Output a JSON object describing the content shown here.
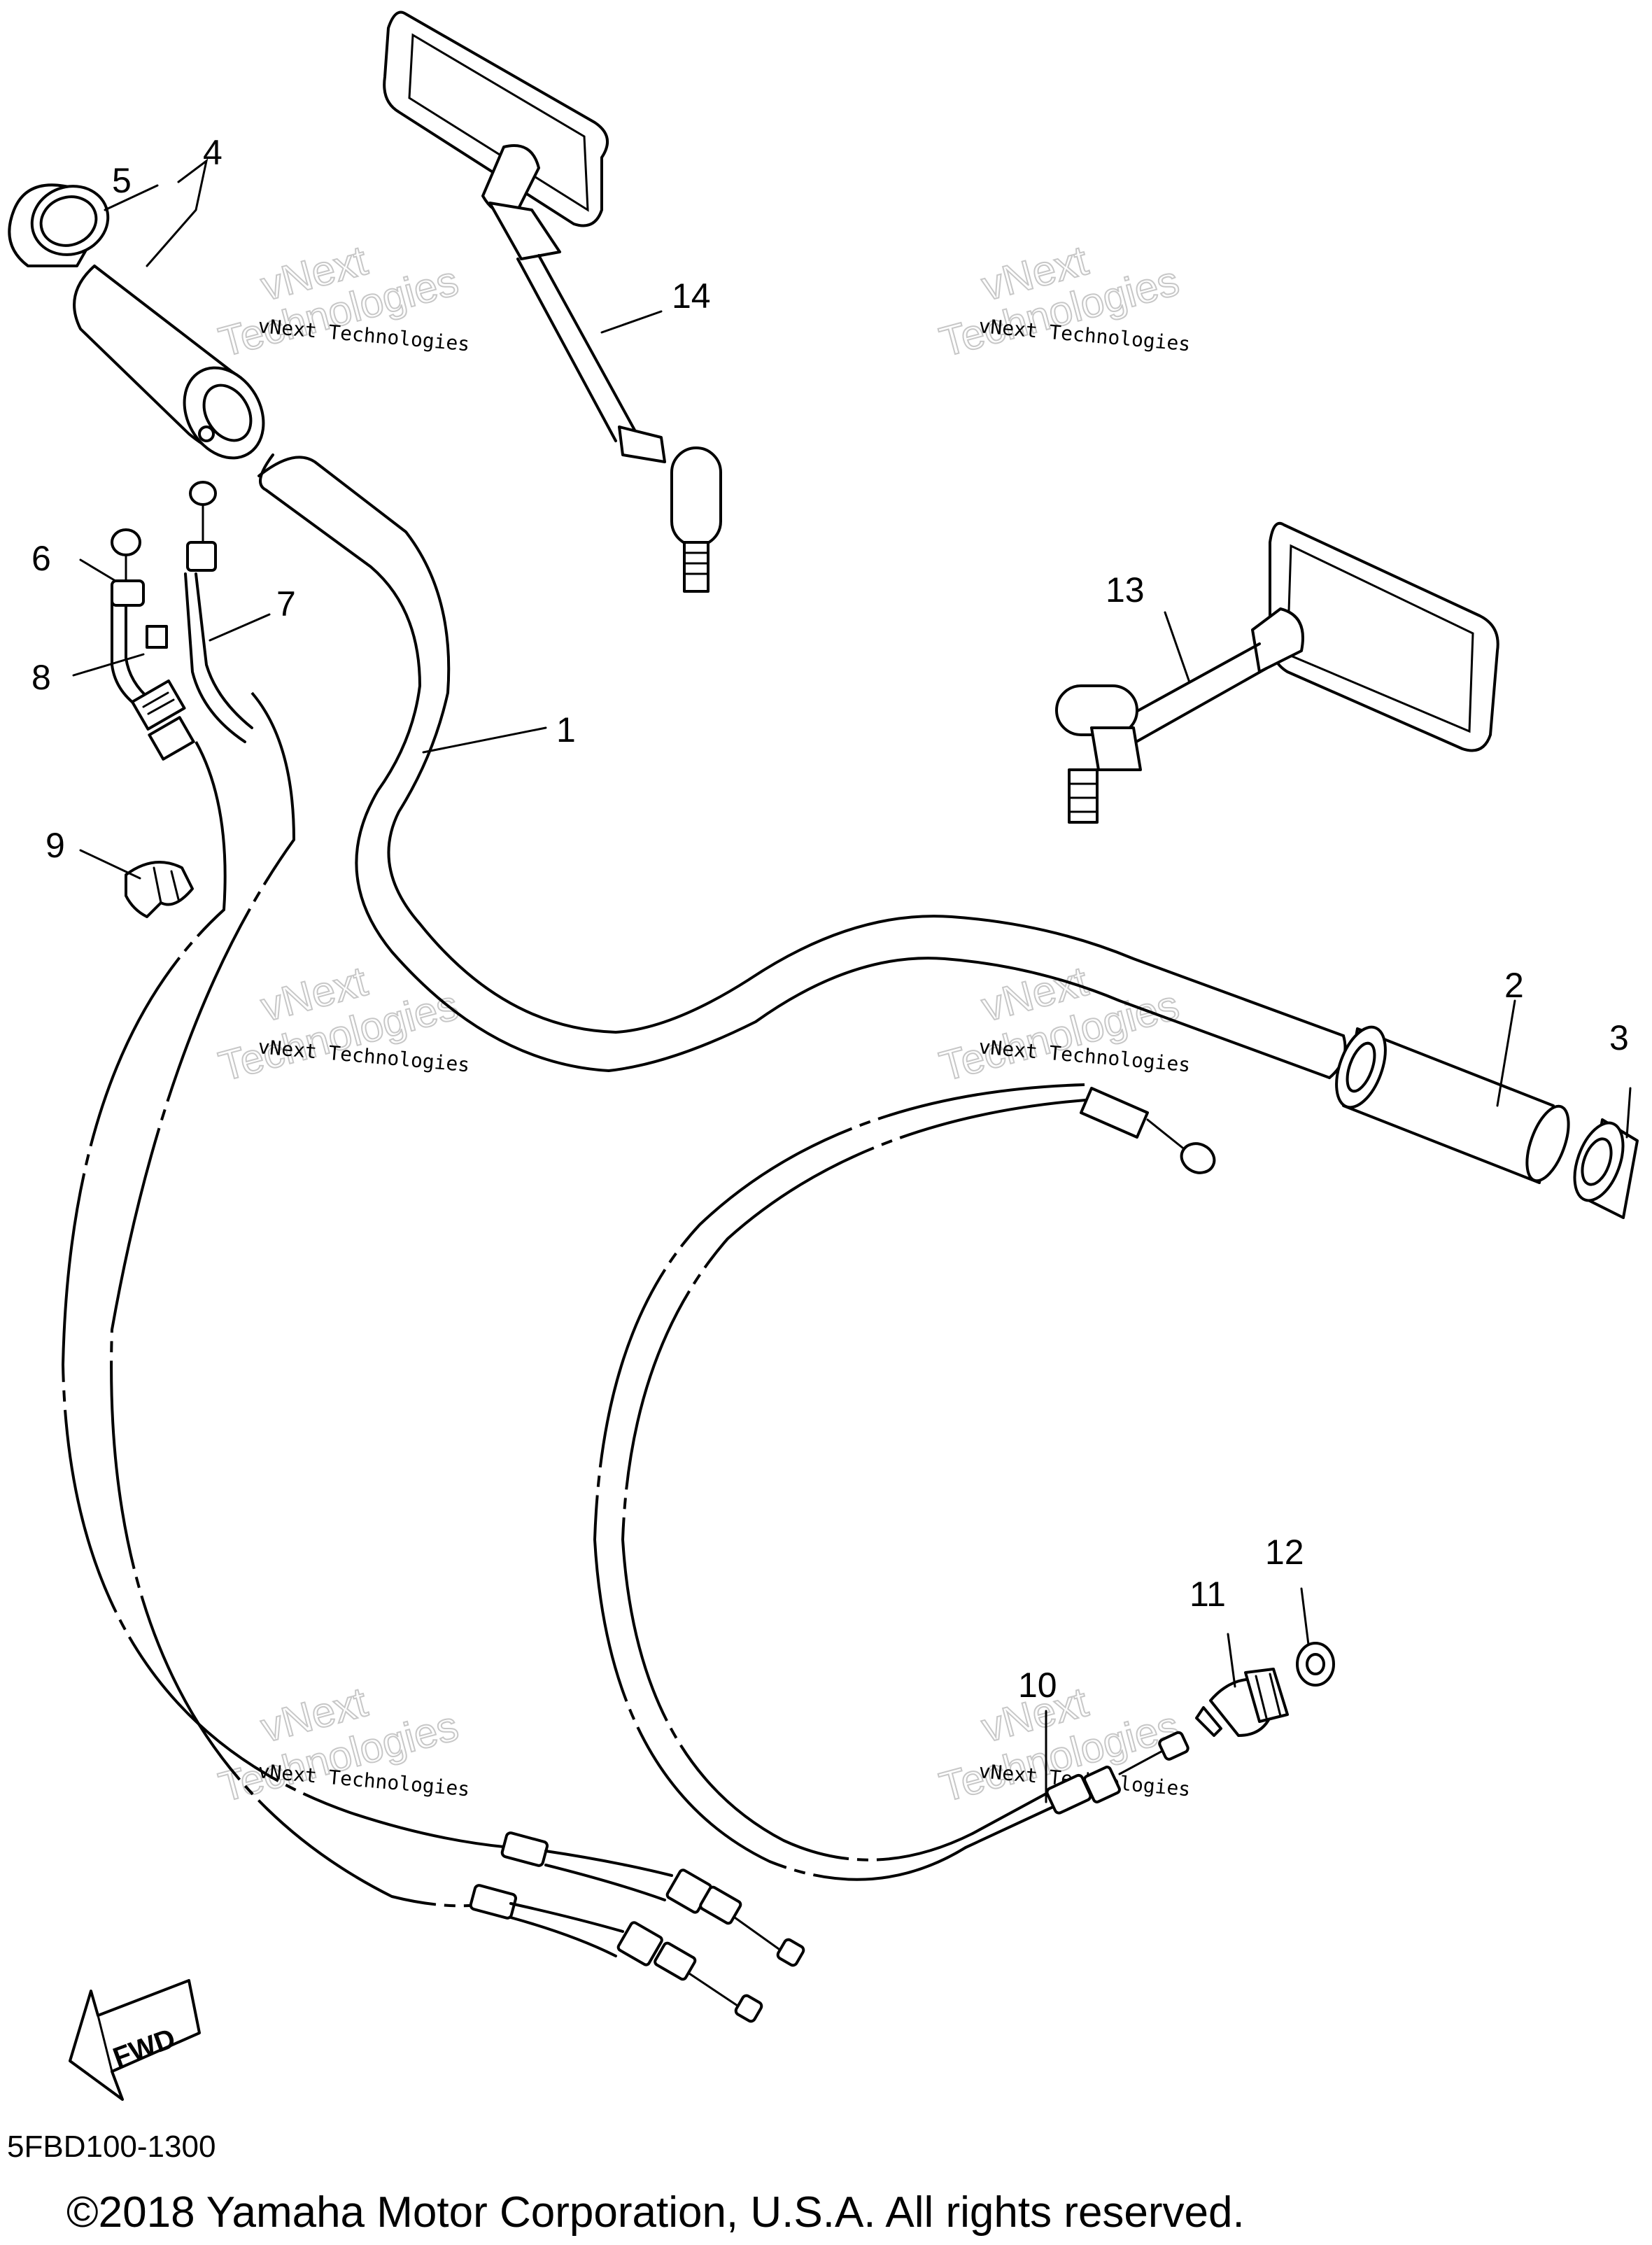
{
  "callouts": [
    {
      "id": "1",
      "label": "1"
    },
    {
      "id": "2",
      "label": "2"
    },
    {
      "id": "3",
      "label": "3"
    },
    {
      "id": "4",
      "label": "4"
    },
    {
      "id": "5",
      "label": "5"
    },
    {
      "id": "6",
      "label": "6"
    },
    {
      "id": "7",
      "label": "7"
    },
    {
      "id": "8",
      "label": "8"
    },
    {
      "id": "9",
      "label": "9"
    },
    {
      "id": "10",
      "label": "10"
    },
    {
      "id": "11",
      "label": "11"
    },
    {
      "id": "12",
      "label": "12"
    },
    {
      "id": "13",
      "label": "13"
    },
    {
      "id": "14",
      "label": "14"
    }
  ],
  "watermark": {
    "line1": "vNext Technologies",
    "line2a": "vNext",
    "line2b": "Technologies"
  },
  "direction_arrow": {
    "label": "FWD"
  },
  "diagram_code": "5FBD100-1300",
  "copyright": "©2018 Yamaha Motor Corporation, U.S.A. All rights reserved."
}
